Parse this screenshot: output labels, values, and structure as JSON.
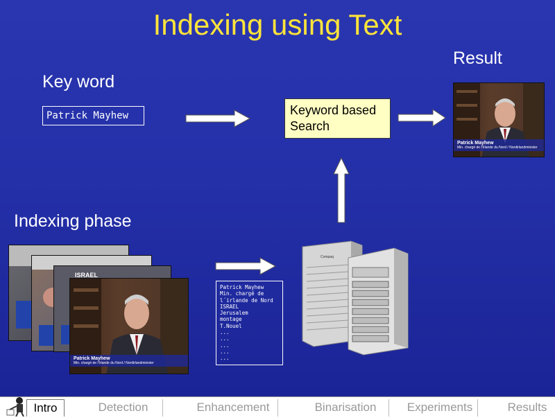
{
  "slide": {
    "title": "Indexing using Text",
    "keyword_heading": "Key word",
    "keyword_value": "Patrick Mayhew",
    "search_box": [
      "Keyword based",
      "Search"
    ],
    "result_heading": "Result",
    "indexing_heading": "Indexing phase",
    "index_lines": [
      "Patrick Mayhew",
      "Min. chargé de",
      "l´irlande de Nord",
      "ISRAEL",
      "Jerusalem",
      "montage",
      "T.Nouel",
      "...",
      "...",
      "...",
      "...",
      "..."
    ],
    "caption_name": "Patrick Mayhew",
    "caption_sub": "Min. chargé de l'Irlande du Nord / Nordirlandminister",
    "frame_caption": "ISRAEL",
    "server_brand": "Compaq"
  },
  "nav": {
    "tabs": [
      "Intro",
      "Detection",
      "Enhancement",
      "Binarisation",
      "Experiments",
      "Results"
    ],
    "active": "Intro"
  },
  "colors": {
    "background": "#2430a8",
    "title": "#ffe43a",
    "search_box": "#ffffc4"
  }
}
